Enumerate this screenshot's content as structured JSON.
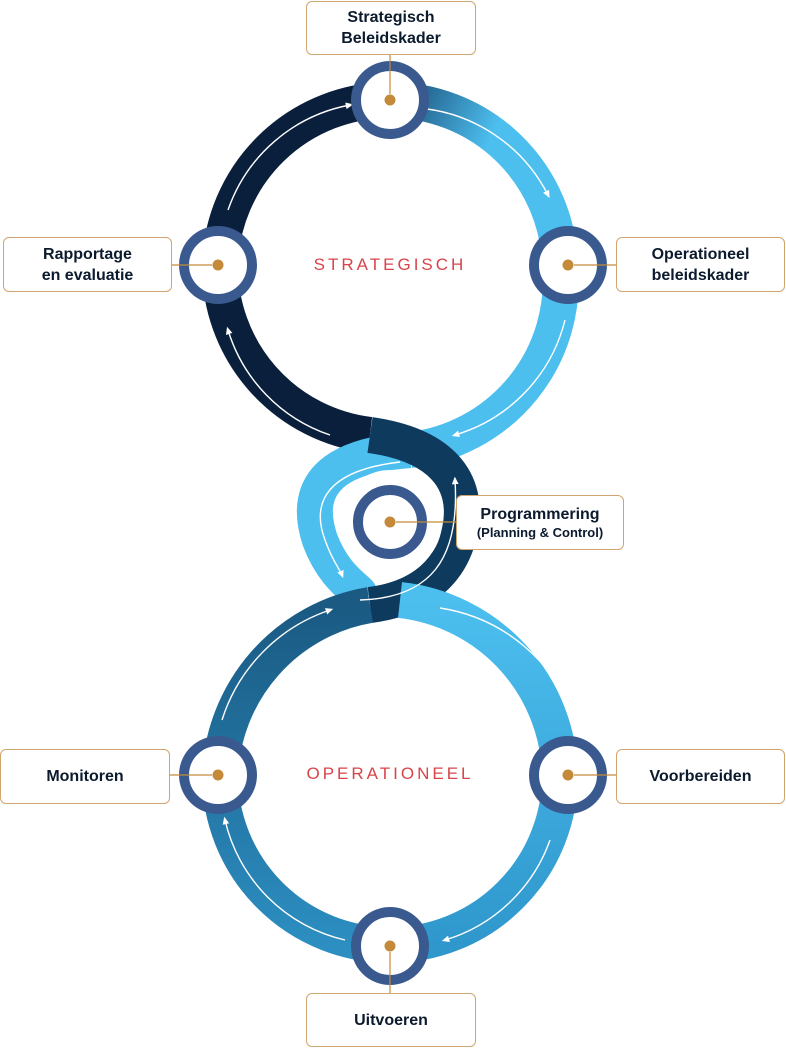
{
  "loops": {
    "top": "STRATEGISCH",
    "bottom": "OPERATIONEEL"
  },
  "nodes": {
    "strategisch_beleidskader": {
      "line1": "Strategisch",
      "line2": "Beleidskader"
    },
    "operationeel_beleidskader": {
      "line1": "Operationeel",
      "line2": "beleidskader"
    },
    "rapportage_evaluatie": {
      "line1": "Rapportage",
      "line2": "en evaluatie"
    },
    "programmering": {
      "line1": "Programmering",
      "line2": "(Planning & Control)"
    },
    "monitoren": {
      "line1": "Monitoren"
    },
    "voorbereiden": {
      "line1": "Voorbereiden"
    },
    "uitvoeren": {
      "line1": "Uitvoeren"
    }
  },
  "colors": {
    "dark_navy": "#0b1f3a",
    "mid_blue": "#1d5e84",
    "teal_blue": "#2f8fbf",
    "light_blue": "#4cbfef",
    "node_ring": "#3a5a8f",
    "node_dot": "#c48a3a",
    "box_border": "#d2a56e",
    "loop_label": "#d9434a"
  }
}
